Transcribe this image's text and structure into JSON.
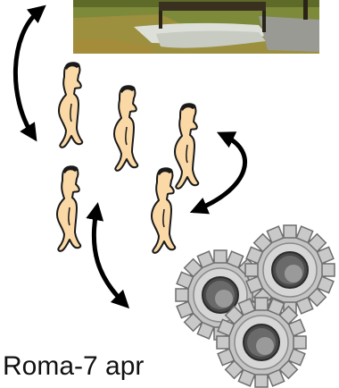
{
  "caption": "Roma-7 apr",
  "photo": {
    "description_icon": "landscape-photo",
    "colors": {
      "grass": "#8a8d38",
      "water": "#d8dcd6",
      "wall": "#9a9a94"
    }
  },
  "figures": {
    "icon": "walking-man-icon",
    "fill": "#fbd9a6",
    "stroke": "#1a1a1a",
    "count": 5
  },
  "arrows": {
    "icon": "double-headed-curved-arrow-icon",
    "color": "#000000",
    "count": 3
  },
  "gears": {
    "icon": "gears-icon",
    "count": 3,
    "color": "#b9b9b9"
  }
}
